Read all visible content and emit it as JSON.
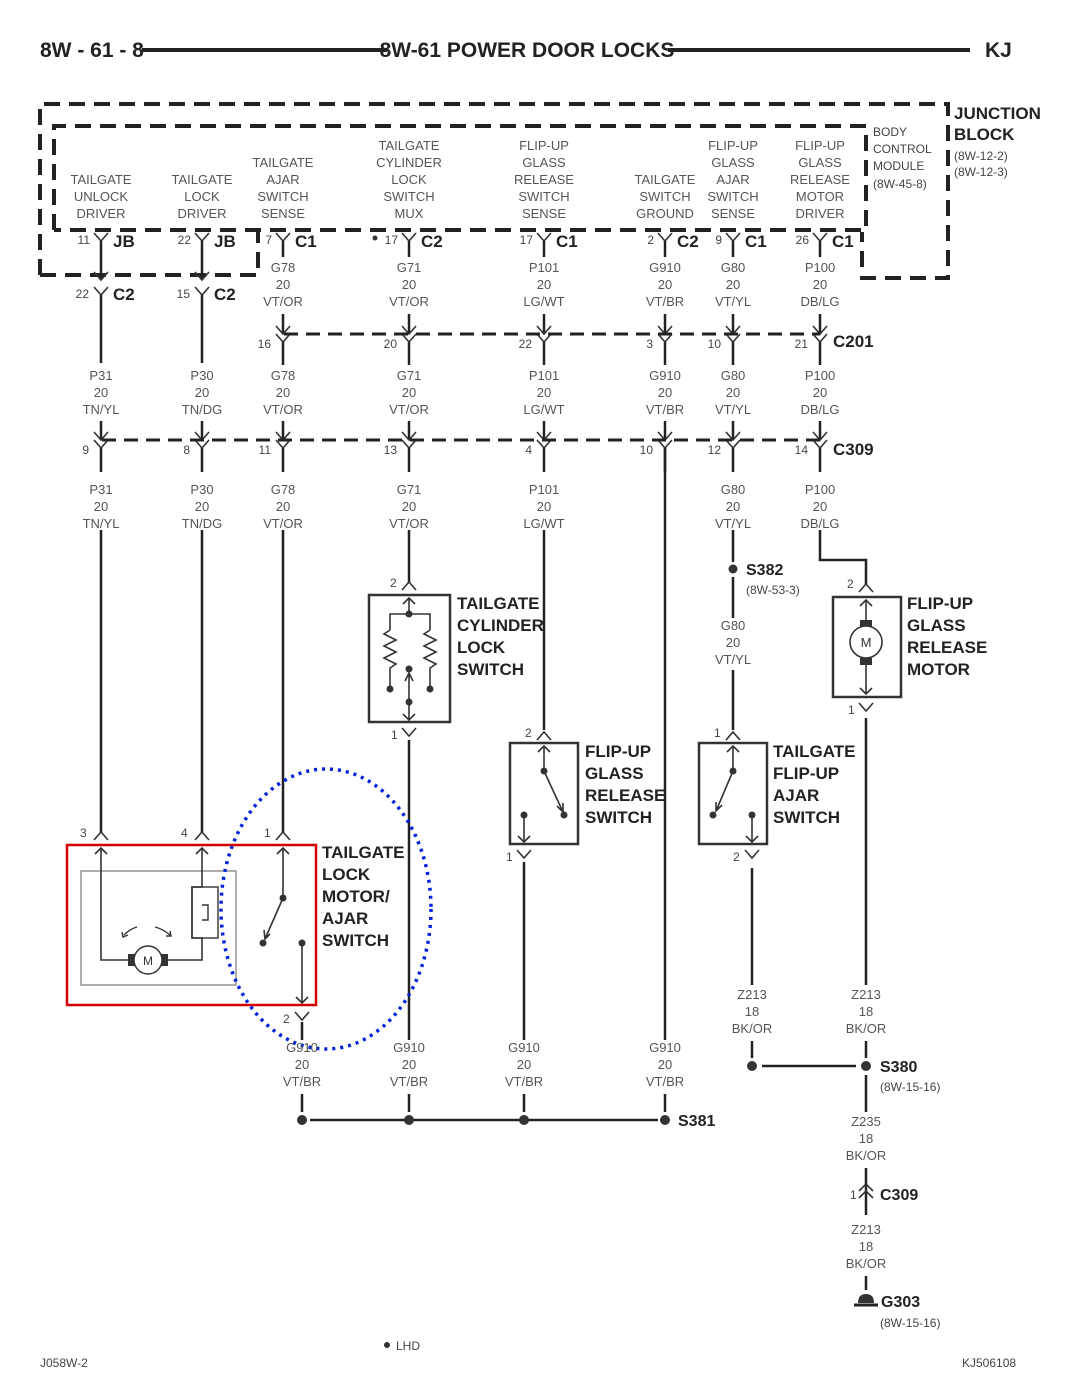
{
  "header": {
    "page_code": "8W - 61 - 8",
    "title": "8W-61 POWER DOOR LOCKS",
    "model": "KJ"
  },
  "junction_block": {
    "name_line1": "JUNCTION",
    "name_line2": "BLOCK",
    "ref1": "(8W-12-2)",
    "ref2": "(8W-12-3)"
  },
  "bcm": {
    "line1": "BODY",
    "line2": "CONTROL",
    "line3": "MODULE",
    "ref": "(8W-45-8)"
  },
  "functions": [
    {
      "lines": [
        "TAILGATE",
        "UNLOCK",
        "DRIVER"
      ],
      "pin": "11",
      "connector": "JB"
    },
    {
      "lines": [
        "TAILGATE",
        "LOCK",
        "DRIVER"
      ],
      "pin": "22",
      "connector": "JB"
    },
    {
      "lines": [
        "TAILGATE",
        "AJAR",
        "SWITCH",
        "SENSE"
      ],
      "pin": "7",
      "connector": "C1"
    },
    {
      "lines": [
        "TAILGATE",
        "CYLINDER",
        "LOCK",
        "SWITCH",
        "MUX"
      ],
      "pin": "17",
      "connector": "C2",
      "lhd_dot": true
    },
    {
      "lines": [
        "FLIP-UP",
        "GLASS",
        "RELEASE",
        "SWITCH",
        "SENSE"
      ],
      "pin": "17",
      "connector": "C1"
    },
    {
      "lines": [
        "TAILGATE",
        "SWITCH",
        "GROUND"
      ],
      "pin": "2",
      "connector": "C2"
    },
    {
      "lines": [
        "FLIP-UP",
        "GLASS",
        "AJAR",
        "SWITCH",
        "SENSE"
      ],
      "pin": "9",
      "connector": "C1"
    },
    {
      "lines": [
        "FLIP-UP",
        "GLASS",
        "RELEASE",
        "MOTOR",
        "DRIVER"
      ],
      "pin": "26",
      "connector": "C1"
    }
  ],
  "jb_c2": [
    {
      "pin": "22",
      "connector": "C2"
    },
    {
      "pin": "15",
      "connector": "C2"
    }
  ],
  "wires_row1": [
    {
      "code": "",
      "gauge": "",
      "color": ""
    },
    {
      "code": "",
      "gauge": "",
      "color": ""
    },
    {
      "code": "G78",
      "gauge": "20",
      "color": "VT/OR"
    },
    {
      "code": "G71",
      "gauge": "20",
      "color": "VT/OR"
    },
    {
      "code": "P101",
      "gauge": "20",
      "color": "LG/WT"
    },
    {
      "code": "G910",
      "gauge": "20",
      "color": "VT/BR"
    },
    {
      "code": "G80",
      "gauge": "20",
      "color": "VT/YL"
    },
    {
      "code": "P100",
      "gauge": "20",
      "color": "DB/LG"
    }
  ],
  "c201": {
    "name": "C201",
    "pins": [
      "16",
      "20",
      "22",
      "3",
      "10",
      "21"
    ]
  },
  "wires_row2": [
    {
      "code": "P31",
      "gauge": "20",
      "color": "TN/YL"
    },
    {
      "code": "P30",
      "gauge": "20",
      "color": "TN/DG"
    },
    {
      "code": "G78",
      "gauge": "20",
      "color": "VT/OR"
    },
    {
      "code": "G71",
      "gauge": "20",
      "color": "VT/OR"
    },
    {
      "code": "P101",
      "gauge": "20",
      "color": "LG/WT"
    },
    {
      "code": "G910",
      "gauge": "20",
      "color": "VT/BR"
    },
    {
      "code": "G80",
      "gauge": "20",
      "color": "VT/YL"
    },
    {
      "code": "P100",
      "gauge": "20",
      "color": "DB/LG"
    }
  ],
  "c309": {
    "name": "C309",
    "pins": [
      "9",
      "8",
      "11",
      "13",
      "4",
      "10",
      "12",
      "14"
    ]
  },
  "wires_row3": [
    {
      "code": "P31",
      "gauge": "20",
      "color": "TN/YL"
    },
    {
      "code": "P30",
      "gauge": "20",
      "color": "TN/DG"
    },
    {
      "code": "G78",
      "gauge": "20",
      "color": "VT/OR"
    },
    {
      "code": "G71",
      "gauge": "20",
      "color": "VT/OR"
    },
    {
      "code": "P101",
      "gauge": "20",
      "color": "LG/WT"
    },
    {
      "code": "",
      "gauge": "",
      "color": ""
    },
    {
      "code": "G80",
      "gauge": "20",
      "color": "VT/YL"
    },
    {
      "code": "P100",
      "gauge": "20",
      "color": "DB/LG"
    }
  ],
  "s382": {
    "name": "S382",
    "ref": "(8W-53-3)",
    "wire": {
      "code": "G80",
      "gauge": "20",
      "color": "VT/YL"
    }
  },
  "components": {
    "cylinder_switch": {
      "lines": [
        "TAILGATE",
        "CYLINDER",
        "LOCK",
        "SWITCH"
      ],
      "pin_top": "2",
      "pin_bottom": "1"
    },
    "glass_motor": {
      "lines": [
        "FLIP-UP",
        "GLASS",
        "RELEASE",
        "MOTOR"
      ],
      "pin_top": "2",
      "pin_bottom": "1",
      "symbol": "M"
    },
    "glass_switch": {
      "lines": [
        "FLIP-UP",
        "GLASS",
        "RELEASE",
        "SWITCH"
      ],
      "pin_top": "2",
      "pin_bottom": "1"
    },
    "flipup_ajar": {
      "lines": [
        "TAILGATE",
        "FLIP-UP",
        "AJAR",
        "SWITCH"
      ],
      "pin_top": "1",
      "pin_bottom": "2"
    },
    "lock_motor": {
      "lines": [
        "TAILGATE",
        "LOCK",
        "MOTOR/",
        "AJAR",
        "SWITCH"
      ],
      "pins": [
        "3",
        "4",
        "1"
      ],
      "pin_bottom": "2",
      "symbol": "M"
    }
  },
  "ground_wires": [
    {
      "code": "G910",
      "gauge": "20",
      "color": "VT/BR"
    },
    {
      "code": "G910",
      "gauge": "20",
      "color": "VT/BR"
    },
    {
      "code": "G910",
      "gauge": "20",
      "color": "VT/BR"
    },
    {
      "code": "G910",
      "gauge": "20",
      "color": "VT/BR"
    }
  ],
  "s381": {
    "name": "S381"
  },
  "z_wires": [
    {
      "code": "Z213",
      "gauge": "18",
      "color": "BK/OR"
    },
    {
      "code": "Z213",
      "gauge": "18",
      "color": "BK/OR"
    }
  ],
  "s380": {
    "name": "S380",
    "ref": "(8W-15-16)"
  },
  "z235": {
    "code": "Z235",
    "gauge": "18",
    "color": "BK/OR"
  },
  "c309_ground": {
    "pin": "1",
    "name": "C309"
  },
  "z213_low": {
    "code": "Z213",
    "gauge": "18",
    "color": "BK/OR"
  },
  "g303": {
    "name": "G303",
    "ref": "(8W-15-16)"
  },
  "footer": {
    "left": "J058W-2",
    "legend": "LHD",
    "right": "KJ506108"
  },
  "annotations": {
    "highlight_box_color": "#d40000",
    "highlight_ellipse_color": "#0022dd"
  }
}
